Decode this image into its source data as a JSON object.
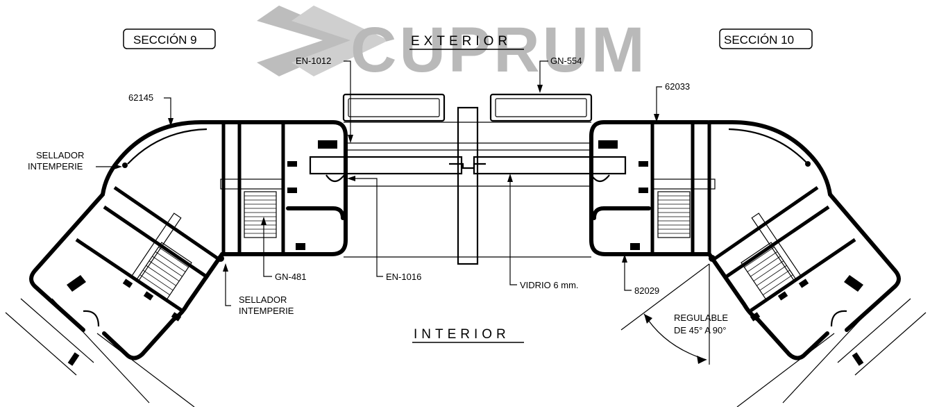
{
  "watermark": {
    "brand": "CUPRUM",
    "color": "#b9b9b9"
  },
  "sections": {
    "left": "SECCIÓN 9",
    "right": "SECCIÓN 10"
  },
  "zones": {
    "exterior": "EXTERIOR",
    "interior": "INTERIOR"
  },
  "labels": {
    "en1012": "EN-1012",
    "gn554": "GN-554",
    "p62145": "62145",
    "p62033": "62033",
    "sellador_left_1": "SELLADOR",
    "sellador_left_2": "INTEMPERIE",
    "sellador_bottom_1": "SELLADOR",
    "sellador_bottom_2": "INTEMPERIE",
    "gn481": "GN-481",
    "en1016": "EN-1016",
    "vidrio": "VIDRIO 6 mm.",
    "p82029": "82029",
    "regulable_1": "REGULABLE",
    "regulable_2": "DE 45° A 90°"
  }
}
